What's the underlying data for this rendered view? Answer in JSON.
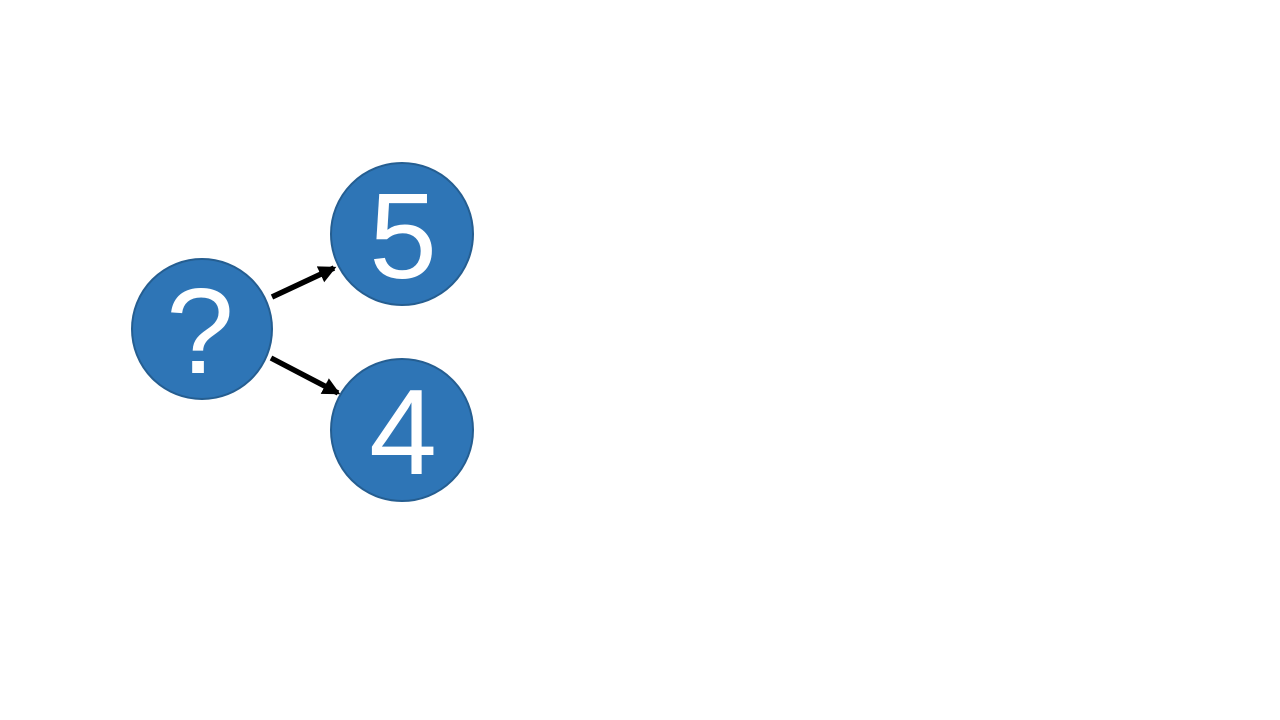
{
  "diagram": {
    "nodes": [
      {
        "id": "question",
        "label": "?"
      },
      {
        "id": "top",
        "label": "5"
      },
      {
        "id": "bottom",
        "label": "4"
      }
    ],
    "edges": [
      {
        "from": "question",
        "to": "top"
      },
      {
        "from": "question",
        "to": "bottom"
      }
    ],
    "colors": {
      "node_fill": "#2E75B6",
      "node_border": "#255E91",
      "arrow": "#000000",
      "label_text": "#FFFFFF",
      "background": "#FFFFFF"
    }
  }
}
